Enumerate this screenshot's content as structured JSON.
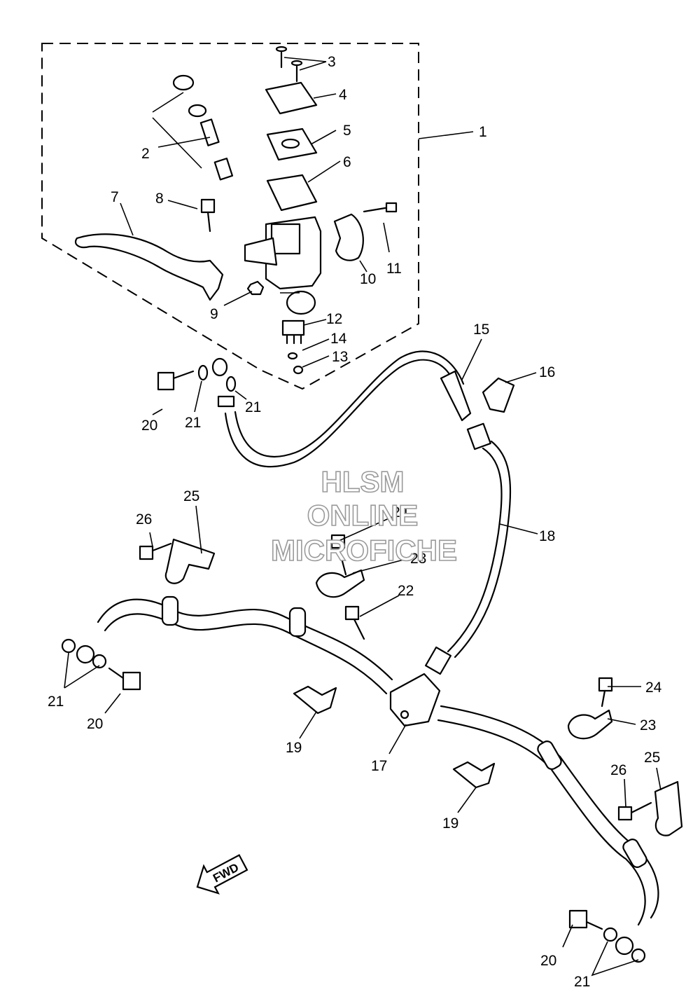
{
  "watermark": {
    "line1": "HLSM",
    "line2": "ONLINE",
    "line3": "MICROFICHE"
  },
  "direction_badge": "FWD",
  "callouts": [
    "1",
    "2",
    "3",
    "4",
    "5",
    "6",
    "7",
    "8",
    "9",
    "10",
    "11",
    "12",
    "13",
    "14",
    "15",
    "16",
    "17",
    "18",
    "19",
    "19",
    "20",
    "20",
    "20",
    "20",
    "21",
    "21",
    "21",
    "21",
    "21",
    "22",
    "23",
    "23",
    "24",
    "24",
    "25",
    "25",
    "26",
    "26"
  ]
}
